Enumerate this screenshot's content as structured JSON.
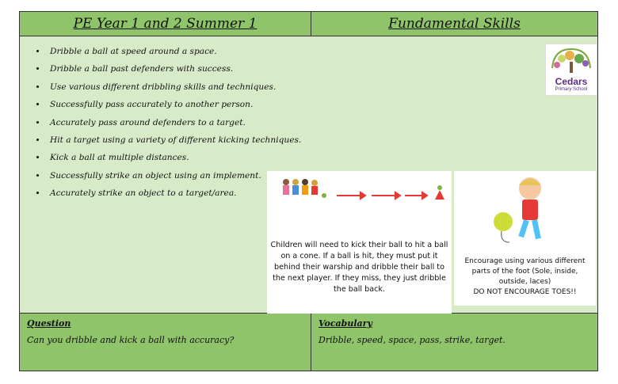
{
  "header": {
    "left_title": "PE Year 1 and  2 Summer 1",
    "right_title": "Fundamental Skills"
  },
  "objectives": [
    "Dribble a ball at speed around a space.",
    "Dribble a ball past defenders with success.",
    "Use various different dribbling skills and techniques.",
    "Successfully pass accurately to another person.",
    "Accurately pass around defenders to a target.",
    "Hit a target using a variety of different kicking techniques.",
    "Kick a ball at multiple distances.",
    "Successfully strike an object using an implement.",
    "Accurately strike an object to a target/area."
  ],
  "logo": {
    "name": "Cedars",
    "subtitle": "Primary School"
  },
  "card1": {
    "text": "Children will need to kick their ball to hit a ball on a cone. If a ball is hit, they must put it behind their warship and dribble their ball to the next player. If they miss, they just dribble the ball back."
  },
  "card2": {
    "line1": "Encourage using various different parts of the foot (Sole, inside, outside, laces)",
    "line2": "DO NOT ENCOURAGE TOES!!"
  },
  "question": {
    "title": "Question",
    "body": "Can you dribble and kick a ball with accuracy?"
  },
  "vocabulary": {
    "title": "Vocabulary",
    "body": "Dribble, speed, space, pass, strike, target."
  },
  "colors": {
    "header_green": "#8fc46a",
    "body_green": "#d8ebc9",
    "arrow_red": "#e53935"
  }
}
